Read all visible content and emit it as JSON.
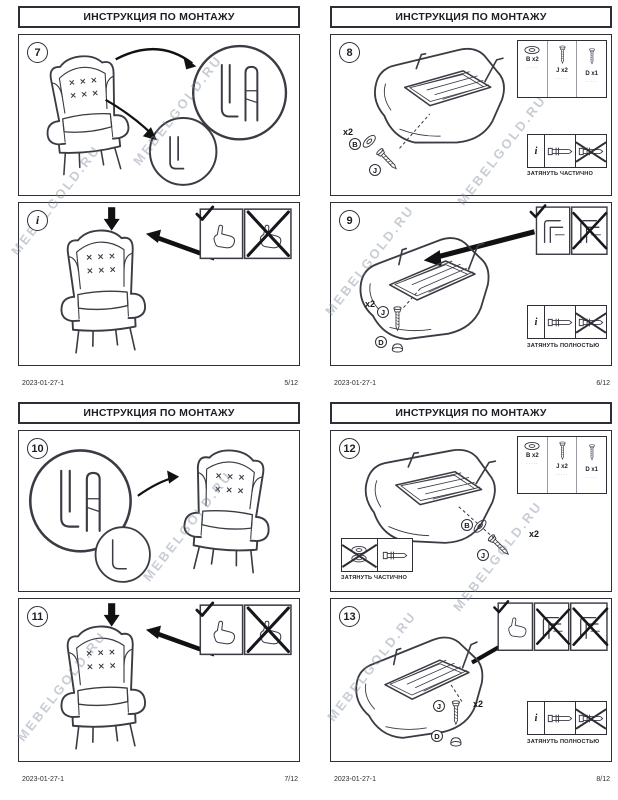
{
  "watermark": "MEBELGOLD.RU",
  "info_symbol": "i",
  "hardware_legend": {
    "items": [
      {
        "label": "B x2",
        "sub": "·····"
      },
      {
        "label": "J x2",
        "sub": "·····"
      },
      {
        "label": "D x1",
        "sub": "·····"
      }
    ]
  },
  "pages": [
    {
      "title": "ИНСТРУКЦИЯ ПО МОНТАЖУ",
      "footer_date": "2023-01-27-1",
      "footer_page": "5/12",
      "panels": [
        {
          "step": "7"
        },
        {
          "step": "i"
        }
      ]
    },
    {
      "title": "ИНСТРУКЦИЯ ПО МОНТАЖУ",
      "footer_date": "2023-01-27-1",
      "footer_page": "6/12",
      "panels": [
        {
          "step": "8",
          "qty": "x2",
          "f1": "B",
          "f2": "J",
          "tighten": "ЗАТЯНУТЬ ЧАСТИЧНО"
        },
        {
          "step": "9",
          "qty": "x2",
          "f1": "J",
          "f2": "D",
          "tighten": "ЗАТЯНУТЬ ПОЛНОСТЬЮ"
        }
      ]
    },
    {
      "title": "ИНСТРУКЦИЯ ПО МОНТАЖУ",
      "footer_date": "2023-01-27-1",
      "footer_page": "7/12",
      "panels": [
        {
          "step": "10"
        },
        {
          "step": "11"
        }
      ]
    },
    {
      "title": "ИНСТРУКЦИЯ ПО МОНТАЖУ",
      "footer_date": "2023-01-27-1",
      "footer_page": "8/12",
      "panels": [
        {
          "step": "12",
          "qty": "x2",
          "f1": "B",
          "f2": "J",
          "tighten": "ЗАТЯНУТЬ ЧАСТИЧНО"
        },
        {
          "step": "13",
          "qty": "x2",
          "f1": "J",
          "f2": "D",
          "tighten": "ЗАТЯНУТЬ ПОЛНОСТЬЮ"
        }
      ]
    }
  ]
}
